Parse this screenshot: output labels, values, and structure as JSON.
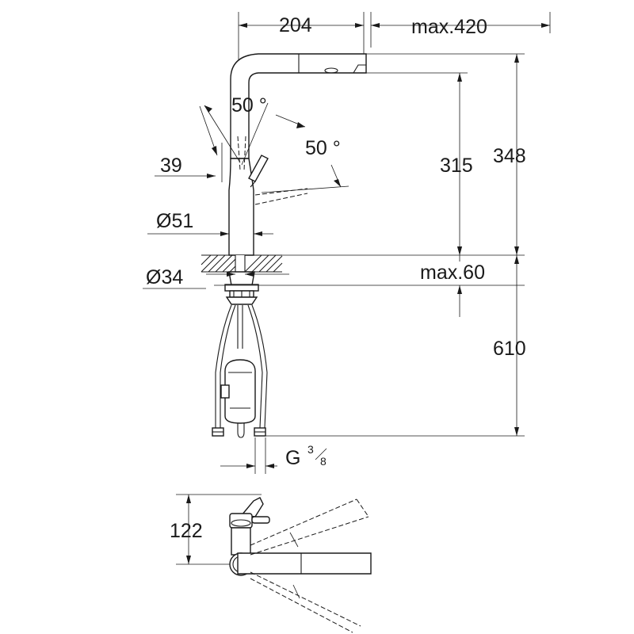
{
  "dimensions": {
    "reach": "204",
    "max_reach": "max.420",
    "spout_height": "315",
    "total_height": "348",
    "lever_angle_1": "50 °",
    "lever_angle_2": "50 °",
    "lever_offset": "39",
    "body_diameter": "Ø51",
    "hole_diameter": "Ø34",
    "max_deck_thickness": "max.60",
    "hose_length": "610",
    "connection_main": "G",
    "connection_num": "3",
    "connection_den": "8",
    "top_view_height": "122"
  }
}
